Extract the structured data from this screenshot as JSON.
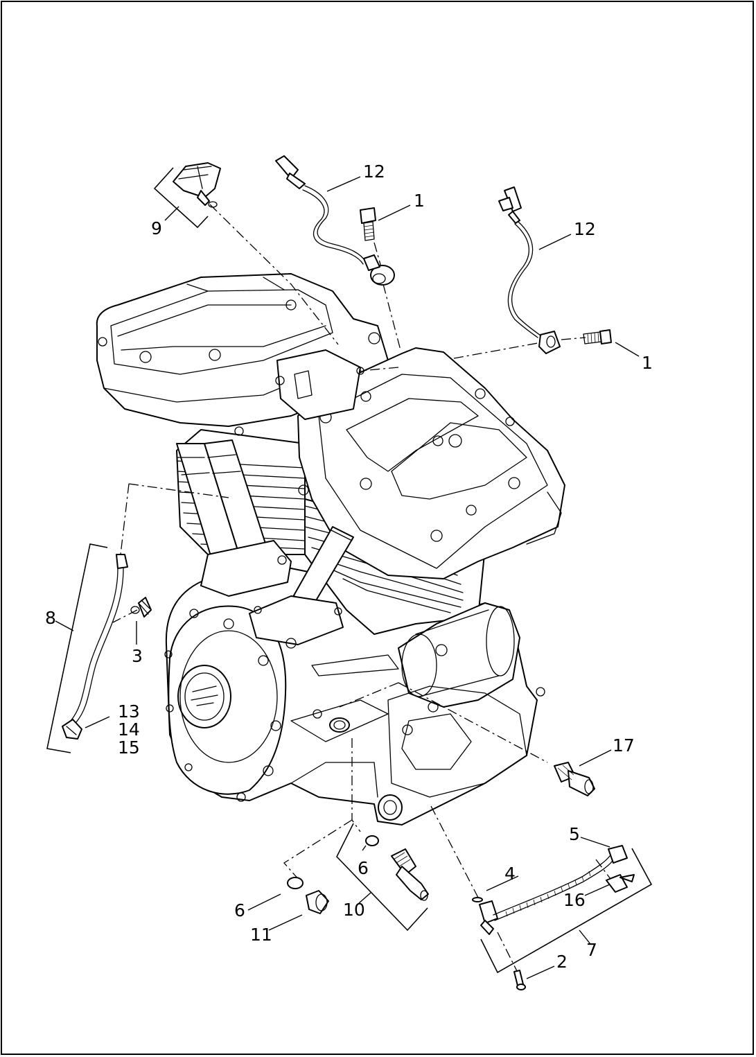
{
  "callouts": [
    {
      "id": "c12a",
      "label": "12"
    },
    {
      "id": "c1a",
      "label": "1"
    },
    {
      "id": "c9",
      "label": "9"
    },
    {
      "id": "c12b",
      "label": "12"
    },
    {
      "id": "c1b",
      "label": "1"
    },
    {
      "id": "c8",
      "label": "8"
    },
    {
      "id": "c3",
      "label": "3"
    },
    {
      "id": "c13",
      "label": "13"
    },
    {
      "id": "c14",
      "label": "14"
    },
    {
      "id": "c15",
      "label": "15"
    },
    {
      "id": "c17",
      "label": "17"
    },
    {
      "id": "c5",
      "label": "5"
    },
    {
      "id": "c4",
      "label": "4"
    },
    {
      "id": "c16",
      "label": "16"
    },
    {
      "id": "c6a",
      "label": "6"
    },
    {
      "id": "c6b",
      "label": "6"
    },
    {
      "id": "c10",
      "label": "10"
    },
    {
      "id": "c11",
      "label": "11"
    },
    {
      "id": "c7",
      "label": "7"
    },
    {
      "id": "c2",
      "label": "2"
    }
  ]
}
